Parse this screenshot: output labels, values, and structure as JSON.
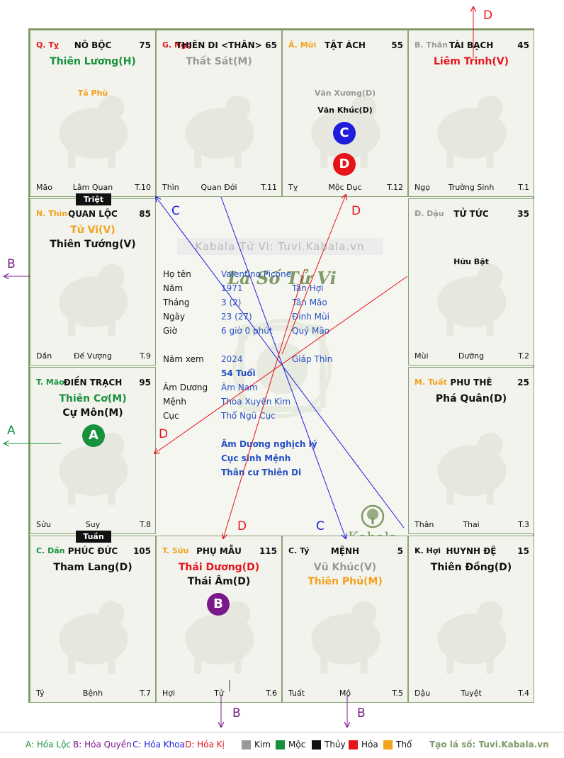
{
  "colors": {
    "kim": "#999999",
    "moc": "#17913b",
    "thuy": "#111111",
    "hoa": "#e5141b",
    "tho": "#f2a21d",
    "grid": "#7f9a66",
    "info": "#2550c4",
    "hoa_ky_line": "#e5141b",
    "hoa_khoa_line": "#1d1ddb"
  },
  "palaces": [
    {
      "id": "no-boc",
      "branch": "Q. Tỵ",
      "branch_color": "#e5141b",
      "name": "NÔ BỘC",
      "num": "75",
      "stars": [
        {
          "text": "Thiên Lương(H)",
          "color": "#17913b"
        }
      ],
      "minor": [
        {
          "text": "Tả Phù",
          "color": "#f2a21d"
        }
      ],
      "bl": "Mão",
      "bm": "Lâm Quan",
      "br": "T.10"
    },
    {
      "id": "thien-di",
      "branch": "G. Ngọ",
      "branch_color": "#e5141b",
      "name": "THIÊN DI <THÂN>",
      "num": "65",
      "stars": [
        {
          "text": "Thất Sát(M)",
          "color": "#999999"
        }
      ],
      "minor": [],
      "bl": "Thìn",
      "bm": "Quan Đới",
      "br": "T.11"
    },
    {
      "id": "tat-ach",
      "branch": "Ã. Mùi",
      "branch_color": "#f2a21d",
      "name": "TẬT ÁCH",
      "num": "55",
      "stars": [],
      "minor": [
        {
          "text": "Văn Xương(D)",
          "color": "#999999"
        },
        {
          "text": "Văn Khúc(D)",
          "color": "#111111"
        }
      ],
      "bl": "Tỵ",
      "bm": "Mộc Dục",
      "br": "T.12"
    },
    {
      "id": "tai-bach",
      "branch": "B. Thân",
      "branch_color": "#999999",
      "name": "TÀI BẠCH",
      "num": "45",
      "stars": [
        {
          "text": "Liêm Trinh(V)",
          "color": "#e5141b"
        }
      ],
      "minor": [],
      "bl": "Ngọ",
      "bm": "Trường Sinh",
      "br": "T.1"
    },
    {
      "id": "quan-loc",
      "branch": "N. Thìn",
      "branch_color": "#f2a21d",
      "name": "QUAN LỘC",
      "num": "85",
      "stars": [
        {
          "text": "Tử Vi(V)",
          "color": "#f2a21d"
        },
        {
          "text": "Thiên Tướng(V)",
          "color": "#111111"
        }
      ],
      "minor": [],
      "bl": "Dần",
      "bm": "Đế Vượng",
      "br": "T.9"
    },
    {
      "id": "tu-tuc",
      "branch": "Đ. Dậu",
      "branch_color": "#999999",
      "name": "TỬ TỨC",
      "num": "35",
      "stars": [],
      "minor": [
        {
          "text": "Hữu Bật",
          "color": "#111111"
        }
      ],
      "bl": "Mùi",
      "bm": "Dưỡng",
      "br": "T.2"
    },
    {
      "id": "dien-trach",
      "branch": "T. Mão",
      "branch_color": "#17913b",
      "name": "ĐIỀN TRẠCH",
      "num": "95",
      "stars": [
        {
          "text": "Thiên Cơ(M)",
          "color": "#17913b"
        },
        {
          "text": "Cự Môn(M)",
          "color": "#111111"
        }
      ],
      "minor": [],
      "bl": "Sửu",
      "bm": "Suy",
      "br": "T.8"
    },
    {
      "id": "phu-the",
      "branch": "M. Tuất",
      "branch_color": "#f2a21d",
      "name": "PHU THÊ",
      "num": "25",
      "stars": [
        {
          "text": "Phá Quân(D)",
          "color": "#111111"
        }
      ],
      "minor": [],
      "bl": "Thân",
      "bm": "Thai",
      "br": "T.3"
    },
    {
      "id": "phuc-duc",
      "branch": "C. Dần",
      "branch_color": "#17913b",
      "name": "PHÚC ĐỨC",
      "num": "105",
      "stars": [
        {
          "text": "Tham Lang(D)",
          "color": "#111111"
        }
      ],
      "minor": [],
      "bl": "Tý",
      "bm": "Bệnh",
      "br": "T.7"
    },
    {
      "id": "phu-mau",
      "branch": "T. Sửu",
      "branch_color": "#f2a21d",
      "name": "PHỤ MẪU",
      "num": "115",
      "stars": [
        {
          "text": "Thái Dương(D)",
          "color": "#e5141b"
        },
        {
          "text": "Thái Âm(D)",
          "color": "#111111"
        }
      ],
      "minor": [],
      "bl": "Hợi",
      "bm": "Tử",
      "br": "T.6"
    },
    {
      "id": "menh",
      "branch": "C. Tý",
      "branch_color": "#111111",
      "name": "MỆNH",
      "num": "5",
      "stars": [
        {
          "text": "Vũ Khúc(V)",
          "color": "#999999"
        },
        {
          "text": "Thiên Phủ(M)",
          "color": "#f2a21d"
        }
      ],
      "minor": [],
      "bl": "Tuất",
      "bm": "Mộ",
      "br": "T.5"
    },
    {
      "id": "huynh-de",
      "branch": "K. Hợi",
      "branch_color": "#111111",
      "name": "HUYNH ĐỆ",
      "num": "15",
      "stars": [
        {
          "text": "Thiên Đồng(D)",
          "color": "#111111"
        }
      ],
      "minor": [],
      "bl": "Dậu",
      "bm": "Tuyệt",
      "br": "T.4"
    }
  ],
  "tags": {
    "triet": "Triệt",
    "tuan": "Tuần"
  },
  "circles": {
    "a": "A",
    "b": "B",
    "c": "C",
    "d": "D"
  },
  "center": {
    "watermark": "Kabala Tử Vi: Tuvi.Kabala.vn",
    "title": "Lá Số Tử Vi",
    "rows": [
      {
        "label": "Họ tên",
        "v1": "Valentino Picone",
        "v2": ""
      },
      {
        "label": "Năm",
        "v1": "1971",
        "v2": "Tân Hợi"
      },
      {
        "label": "Tháng",
        "v1": "3  (2)",
        "v2": "Tân Mão"
      },
      {
        "label": "Ngày",
        "v1": "23  (27)",
        "v2": "Đinh Mùi"
      },
      {
        "label": "Giờ",
        "v1": "6 giờ 0 phút",
        "v2": "Quý Mão"
      }
    ],
    "nam_xem": {
      "label": "Năm xem",
      "v1": "2024",
      "v2": "Giáp Thìn"
    },
    "tuoi": "54 Tuổi",
    "rows2": [
      {
        "label": "Âm Dương",
        "v1": "Âm Nam"
      },
      {
        "label": "Mệnh",
        "v1": "Thoa Xuyến Kim"
      },
      {
        "label": "Cục",
        "v1": "Thổ Ngũ Cục"
      }
    ],
    "notes": [
      "Âm Dương nghịch lý",
      "Cục sinh Mệnh",
      "Thân cư Thiên Di"
    ],
    "logo": "Kabala"
  },
  "arrow_labels": {
    "d_top": "D",
    "b_left": "B",
    "a_left": "A",
    "b_bottom1": "B",
    "b_bottom2": "B",
    "c1": "C",
    "d1": "D",
    "d2": "D",
    "d3": "D",
    "c2": "C"
  },
  "legend": {
    "a": "A: Hóa Lộc",
    "b": "B: Hóa Quyền",
    "c": "C: Hóa Khoa",
    "d": "D: Hóa Kị",
    "kim": "Kim",
    "moc": "Mộc",
    "thuy": "Thủy",
    "hoa": "Hỏa",
    "tho": "Thổ",
    "site": "Tạo lá số: Tuvi.Kabala.vn"
  }
}
